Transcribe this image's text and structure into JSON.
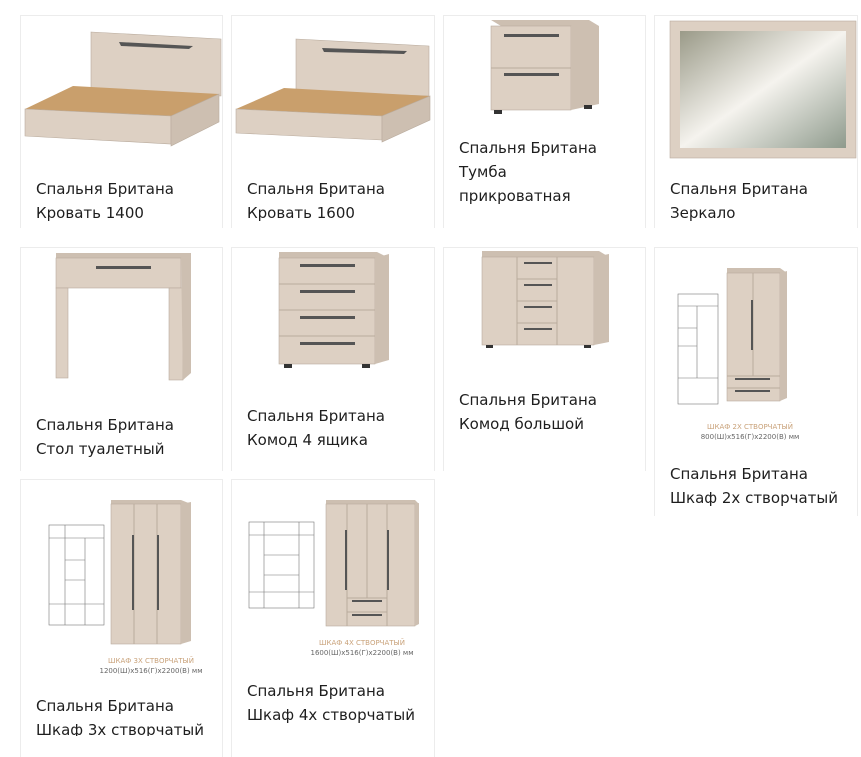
{
  "colors": {
    "panel": "#ddd0c3",
    "side": "#cdbfb1",
    "handle": "#555555",
    "caption_accent": "#c9a27a"
  },
  "products": [
    {
      "line1": "Спальня Британа",
      "line2": "Кровать 1400"
    },
    {
      "line1": "Спальня Британа",
      "line2": "Кровать 1600"
    },
    {
      "line1": "Спальня Британа",
      "line2": "Тумба",
      "line3": "прикроватная"
    },
    {
      "line1": "Спальня Британа",
      "line2": "Зеркало"
    },
    {
      "line1": "Спальня Британа",
      "line2": "Стол туалетный"
    },
    {
      "line1": "Спальня Британа",
      "line2": "Комод 4 ящика"
    },
    {
      "line1": "Спальня Британа",
      "line2": "Комод большой"
    },
    {
      "line1": "Спальня Британа",
      "line2": "Шкаф 2х створчатый",
      "caption": "ШКАФ 2Х СТВОРЧАТЫЙ",
      "dims": "800(Ш)х516(Г)х2200(В) мм"
    },
    {
      "line1": "Спальня Британа",
      "line2": "Шкаф 3х створчатый",
      "caption": "ШКАФ 3Х СТВОРЧАТЫЙ",
      "dims": "1200(Ш)х516(Г)х2200(В) мм"
    },
    {
      "line1": "Спальня Британа",
      "line2": "Шкаф 4х створчатый",
      "caption": "ШКАФ 4Х СТВОРЧАТЫЙ",
      "dims": "1600(Ш)х516(Г)х2200(В) мм"
    }
  ]
}
